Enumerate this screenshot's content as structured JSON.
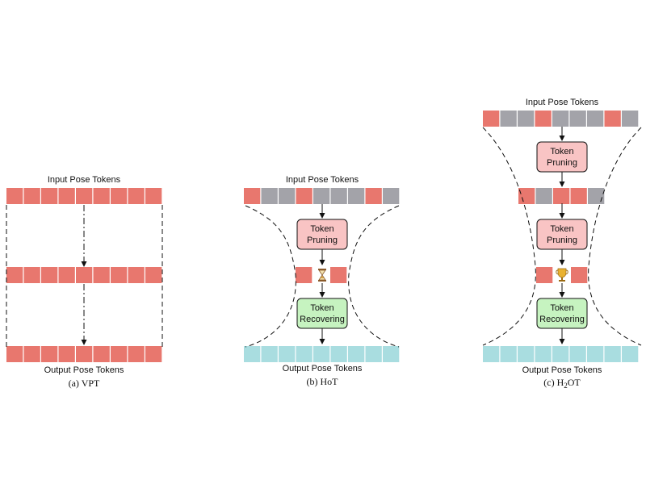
{
  "colors": {
    "kept_token": "#e8776e",
    "pruned_token": "#a3a3a9",
    "output_token": "#a9dde0",
    "pruning_box_fill": "#f9c4c4",
    "recovering_box_fill": "#c6f3c0",
    "line": "#111111"
  },
  "panels": {
    "vpt": {
      "caption": "(a) VPT",
      "input_label": "Input Pose Tokens",
      "output_label": "Output Pose Tokens"
    },
    "hot": {
      "caption": "(b) HoT",
      "input_label": "Input Pose Tokens",
      "output_label": "Output Pose Tokens",
      "pruning_box": [
        "Token",
        "Pruning"
      ],
      "recovering_box": [
        "Token",
        "Recovering"
      ],
      "icon": "hourglass-icon"
    },
    "h2ot": {
      "caption_prefix": "(c) H",
      "caption_sub": "2",
      "caption_suffix": "OT",
      "input_label": "Input Pose Tokens",
      "output_label": "Output Pose Tokens",
      "pruning_box_1": [
        "Token",
        "Pruning"
      ],
      "pruning_box_2": [
        "Token",
        "Pruning"
      ],
      "recovering_box": [
        "Token",
        "Recovering"
      ],
      "icon": "trophy-icon"
    }
  }
}
